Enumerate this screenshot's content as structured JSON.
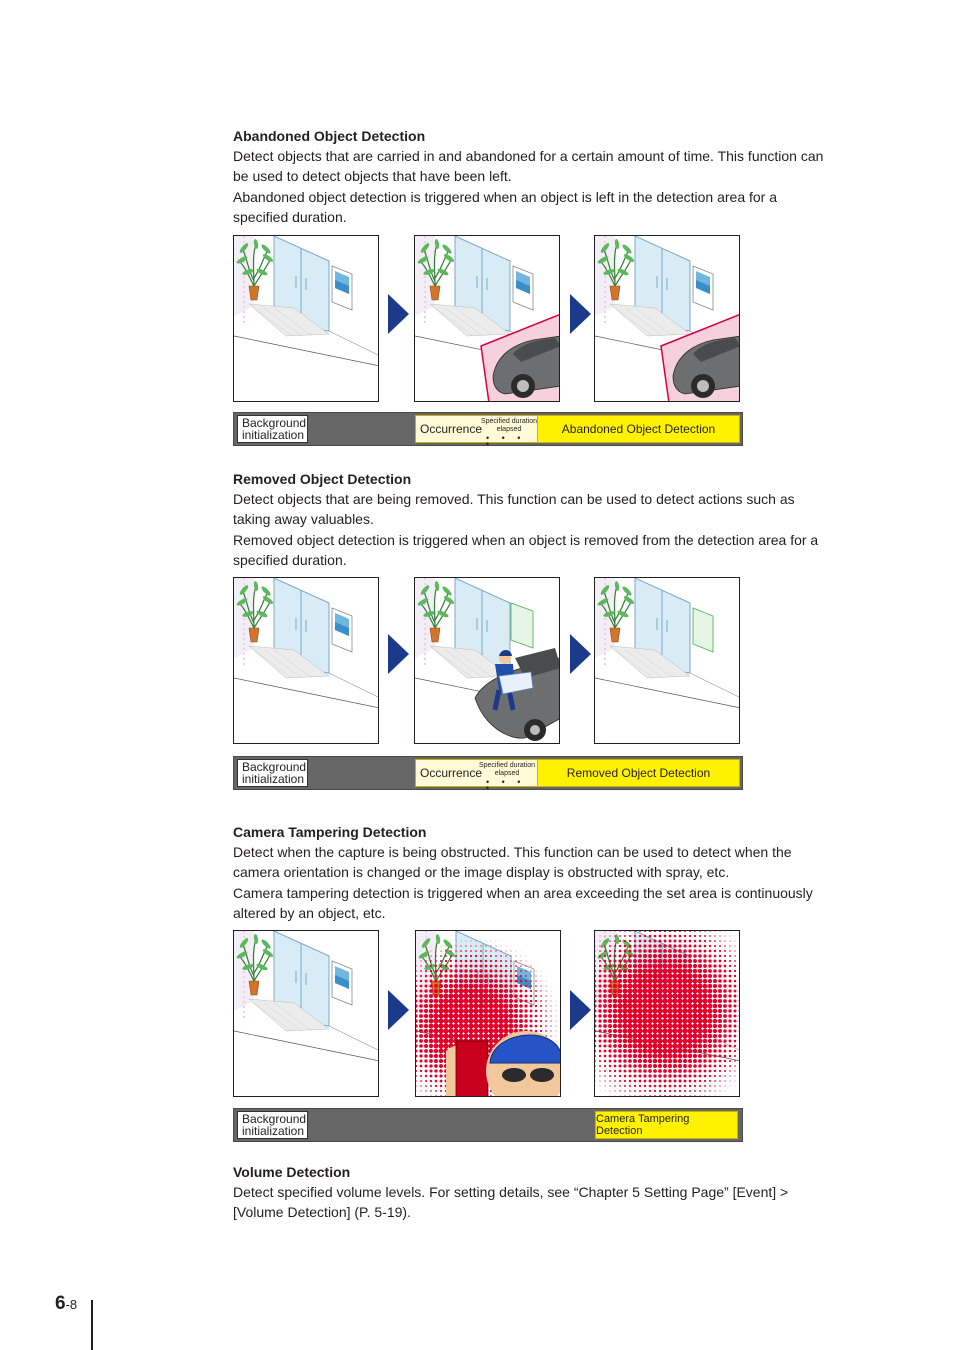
{
  "sections": {
    "abandoned": {
      "title": "Abandoned Object Detection",
      "p1": "Detect objects that are carried in and abandoned for a certain amount of time. This function can be used to detect objects that have been left.",
      "p2": "Abandoned object detection is triggered when an object is left in the detection area for a specified duration.",
      "timeline": {
        "background": "Background initialization",
        "occurrence": "Occurrence",
        "specified": "Specified duration elapsed",
        "detection": "Abandoned Object Detection"
      }
    },
    "removed": {
      "title": "Removed Object Detection",
      "p1": "Detect objects that are being removed. This function can be used to detect actions such as taking away valuables.",
      "p2": "Removed object detection is triggered when an object is removed from the detection area for a specified duration.",
      "timeline": {
        "background": "Background initialization",
        "occurrence": "Occurrence",
        "specified": "Specified duration elapsed",
        "detection": "Removed Object Detection"
      }
    },
    "tampering": {
      "title": "Camera Tampering Detection",
      "p1": "Detect when the capture is being obstructed. This function can be used to detect when the camera orientation is changed or the image display is obstructed with spray, etc.",
      "p2": "Camera tampering detection is triggered when an area exceeding the set area is continuously altered by an object, etc.",
      "timeline": {
        "background": "Background initialization",
        "detection": "Camera Tampering Detection"
      }
    },
    "volume": {
      "title": "Volume Detection",
      "p1": "Detect specified volume levels. For setting details, see “Chapter 5 Setting Page” [Event] > [Volume Detection] (P. 5-19)."
    }
  },
  "page": {
    "chapter": "6",
    "number": "-8"
  },
  "colors": {
    "arrow": "#1b3a8c",
    "detection": "#fff200",
    "occurrence": "#fffbd6",
    "timeline": "#666666",
    "zone": "#d6004a",
    "spray": "#e4002b"
  }
}
